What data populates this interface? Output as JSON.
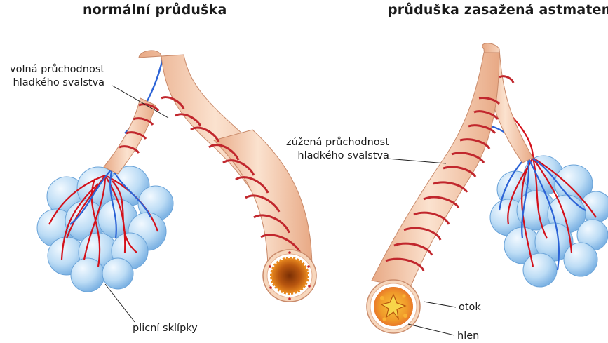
{
  "titles": {
    "normal": "normální průduška",
    "asthma": "průduška zasažená astmatem"
  },
  "labels": {
    "normal_muscle_line1": "volná průchodnost",
    "normal_muscle_line2": "hladkého svalstva",
    "asthma_muscle_line1": "zúžená průchodnost",
    "asthma_muscle_line2": "hladkého svalstva",
    "alveoli": "plicní sklípky",
    "swelling": "otok",
    "mucus": "hlen"
  },
  "colors": {
    "bronchus_fill": "#f3c6a4",
    "muscle_red": "#c1272d",
    "alveoli_blue": "#bcdcf5",
    "vein_blue": "#2c63d6",
    "artery_red": "#d4111b",
    "lumen_orange": "#e8891f",
    "mucus_yellow": "#f7d54a"
  }
}
